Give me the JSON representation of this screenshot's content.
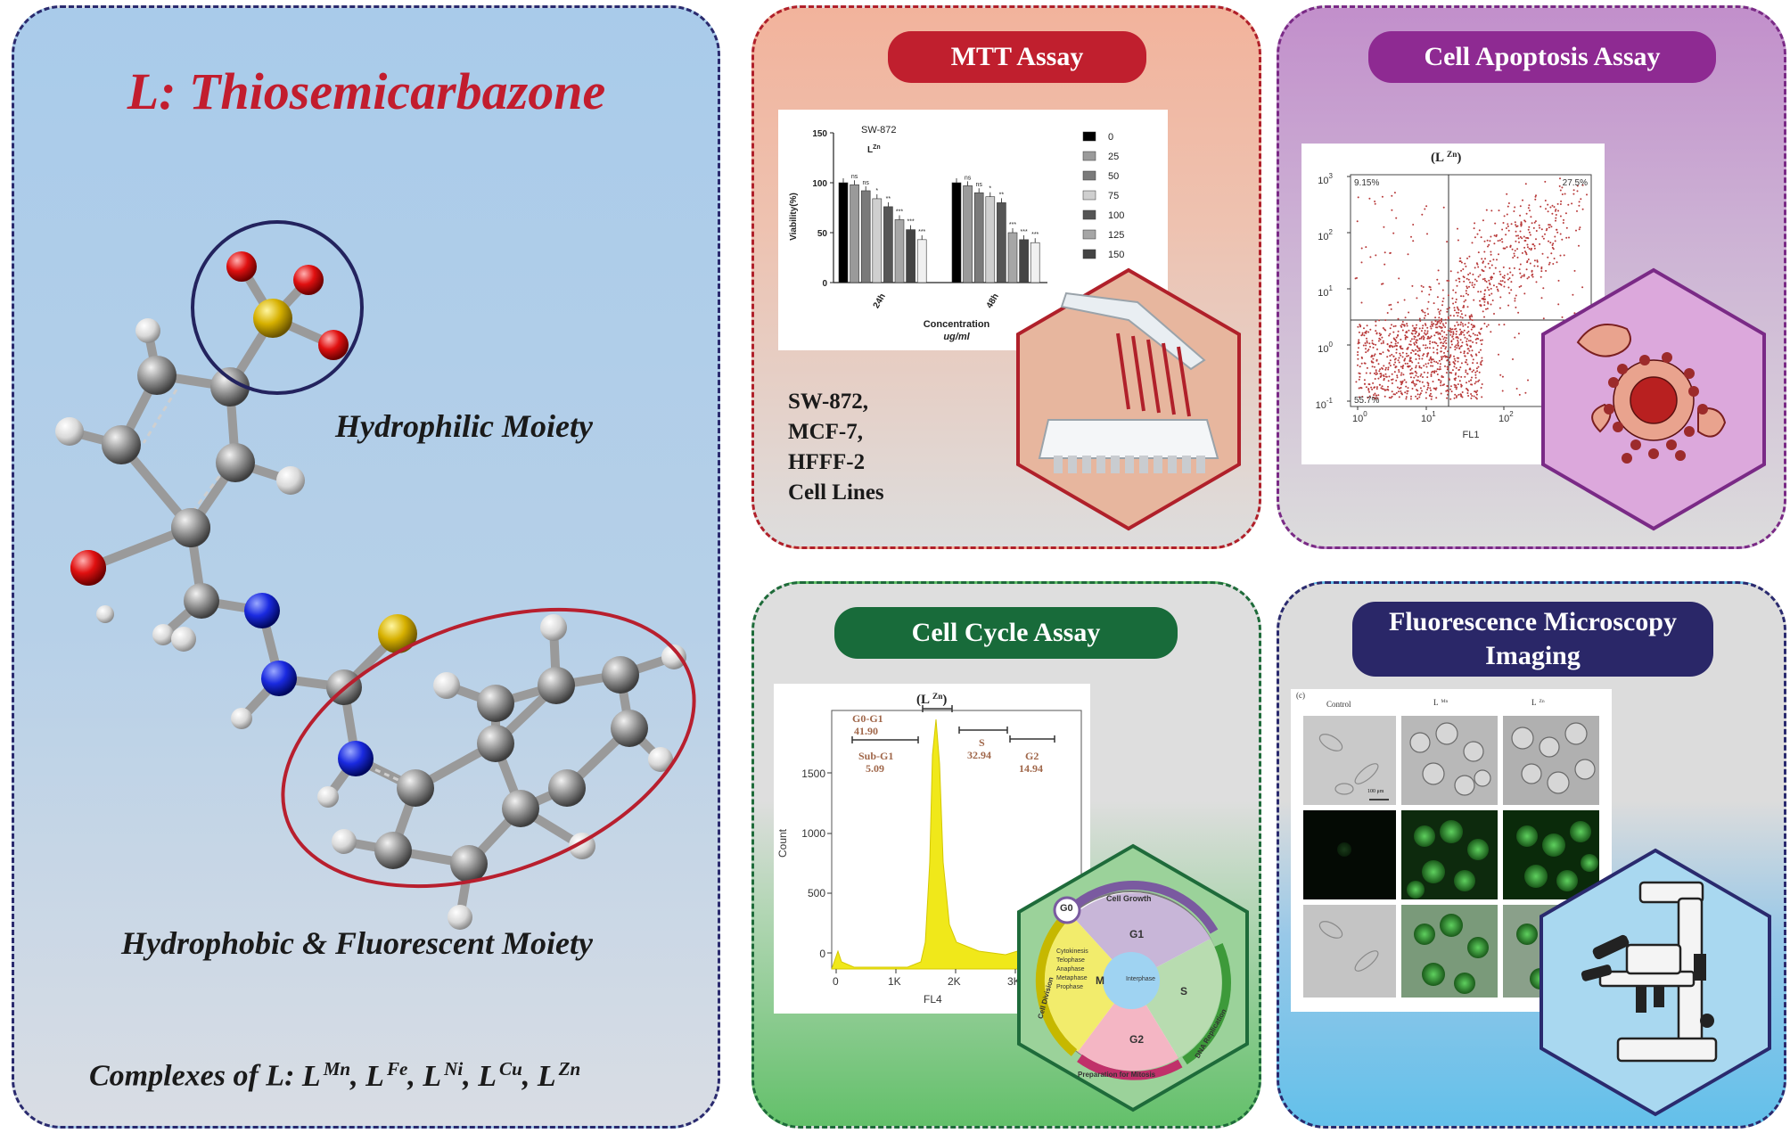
{
  "left_panel": {
    "title": "L: Thiosemicarbazone",
    "hydrophilic_label": "Hydrophilic Moiety",
    "hydrophobic_label": "Hydrophobic & Fluorescent Moiety",
    "complexes_prefix": "Complexes of L: ",
    "complexes": [
      {
        "base": "L",
        "sup": "Mn"
      },
      {
        "base": "L",
        "sup": "Fe"
      },
      {
        "base": "L",
        "sup": "Ni"
      },
      {
        "base": "L",
        "sup": "Cu"
      },
      {
        "base": "L",
        "sup": "Zn"
      }
    ]
  },
  "mtt_panel": {
    "pill_label": "MTT Assay",
    "cell_lines": [
      "SW-872,",
      "MCF-7,",
      "HFFF-2",
      "Cell Lines"
    ]
  },
  "apoptosis_panel": {
    "pill_label": "Cell Apoptosis Assay",
    "plot_title": "(L",
    "plot_title_sup": "Zn",
    "plot_title_end": ")",
    "q_upper_left": "9.15%",
    "q_upper_right": "27.5%",
    "q_lower_left": "55.7%",
    "y_ticks": [
      "10",
      "10",
      "10",
      "10",
      "10"
    ],
    "y_tick_exps": [
      "3",
      "2",
      "1",
      "0",
      "-1"
    ],
    "x_ticks": [
      "10",
      "10",
      "10"
    ],
    "x_tick_exps": [
      "0",
      "1",
      "2"
    ],
    "x_label": "FL1"
  },
  "cycle_panel": {
    "pill_label": "Cell Cycle Assay",
    "plot_title": "(L",
    "plot_title_sup": "Zn",
    "plot_title_end": ")",
    "y_label": "Count",
    "x_label": "FL4",
    "y_ticks": [
      "1500",
      "1000",
      "500",
      "0"
    ],
    "x_ticks": [
      "0",
      "1K",
      "2K",
      "3K"
    ],
    "gates": {
      "g0g1_name": "G0-G1",
      "g0g1_val": "41.90",
      "subg1_name": "Sub-G1",
      "subg1_val": "5.09",
      "s_name": "S",
      "s_val": "32.94",
      "g2_name": "G2",
      "g2_val": "14.94"
    },
    "wheel": {
      "g0": "G0",
      "g1": "G1",
      "g2": "G2",
      "m": "M",
      "s": "S",
      "growth": "Cell Growth",
      "replication": "DNA Replication",
      "prep": "Preparation for Mitosis",
      "division": "Cell Division",
      "interphase": "Interphase",
      "mitosis_steps": [
        "Cytokinesis",
        "Telophase",
        "Anaphase",
        "Metaphase",
        "Prophase"
      ]
    }
  },
  "fluor_panel": {
    "pill_label_line1": "Fluorescence Microscopy",
    "pill_label_line2": "Imaging",
    "panel_letter": "(c)",
    "col_control": "Control",
    "col_lmn": "L",
    "col_lmn_sup": "Mn",
    "col_lzn": "L",
    "col_lzn_sup": "Zn",
    "scale": "100 μm"
  },
  "colors": {
    "left_border": "#2a2a6e",
    "mtt_border": "#b0202a",
    "apoptosis_border": "#7a2a86",
    "cycle_border": "#1e6b3a",
    "fluor_border": "#2a2a6e",
    "mtt_pill": "#c01f2e",
    "apoptosis_pill": "#8e2a92",
    "cycle_pill": "#186b3a",
    "fluor_pill": "#2a2768"
  },
  "chart_data": [
    {
      "type": "bar",
      "title": "SW-872",
      "subtitle": "L",
      "subtitle_sup": "Zn",
      "categories": [
        "24h",
        "48h"
      ],
      "xlabel": "Concentration",
      "xlabel_unit": "ug/ml",
      "ylabel": "Viability(%)",
      "ylim": [
        0,
        150
      ],
      "yticks": [
        "0",
        "50",
        "100",
        "150"
      ],
      "legend_position": "right",
      "series": [
        {
          "name": "0",
          "color": "#000000",
          "values": [
            100,
            100
          ]
        },
        {
          "name": "25",
          "color": "#9a9a9a",
          "values": [
            98,
            97
          ]
        },
        {
          "name": "50",
          "color": "#7a7a7a",
          "values": [
            92,
            90
          ]
        },
        {
          "name": "75",
          "color": "#cfcfcf",
          "values": [
            84,
            86
          ]
        },
        {
          "name": "100",
          "color": "#555555",
          "values": [
            76,
            80
          ]
        },
        {
          "name": "125",
          "color": "#a6a6a6",
          "values": [
            63,
            50
          ]
        },
        {
          "name": "150",
          "color": "#444444",
          "values": [
            53,
            43
          ]
        }
      ],
      "extra_values": [
        [
          43,
          40
        ]
      ],
      "annotations": [
        [
          "ns",
          "ns",
          "*",
          "**",
          "***",
          "***",
          "***"
        ],
        [
          "ns",
          "ns",
          "*",
          "**",
          "***",
          "***",
          "***"
        ]
      ]
    }
  ]
}
